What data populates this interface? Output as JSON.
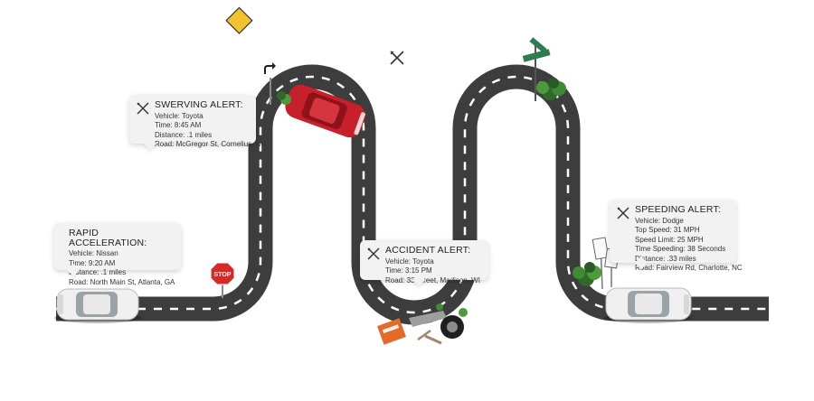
{
  "callouts": {
    "swerving": {
      "title": "SWERVING ALERT:",
      "vehicle": "Vehicle: Toyota",
      "time": "Time: 8:45 AM",
      "distance": "Distance: .1 miles",
      "road": "Road: McGregor St, Cornelius, NC"
    },
    "rapid": {
      "title": "RAPID ACCELERATION:",
      "vehicle": "Vehicle: Nissan",
      "time": "Time: 9:20 AM",
      "distance": "Distance: .1 miles",
      "road": "Road: North Main St, Atlanta, GA"
    },
    "accident": {
      "title": "ACCIDENT ALERT:",
      "vehicle": "Vehicle: Toyota",
      "time": "Time: 3:15 PM",
      "road": "Road: 33 Street, Madison, WI"
    },
    "speeding": {
      "title": "SPEEDING ALERT:",
      "vehicle": "Vehicle: Dodge",
      "top_speed": "Top Speed: 31 MPH",
      "speed_limit": "Speed Limit: 25 MPH",
      "time_speeding": "Time Speeding: 38 Seconds",
      "distance": "Distance: .33 miles",
      "road": "Road: Fairview Rd, Charlotte, NC"
    }
  },
  "signs": {
    "stop": "STOP"
  },
  "colors": {
    "road": "#3d3d3d",
    "lane_mark": "#ffffff",
    "red_car": "#c8202a",
    "white_car": "#f0f0f0",
    "stop_sign": "#d42a2a",
    "warning_sign": "#f2c230",
    "street_sign": "#2e7d4f",
    "callout_bg": "#f2f2f2"
  },
  "icons": [
    "close-x-icon",
    "stop-sign-icon",
    "turn-warning-sign-icon",
    "street-sign-icon"
  ]
}
